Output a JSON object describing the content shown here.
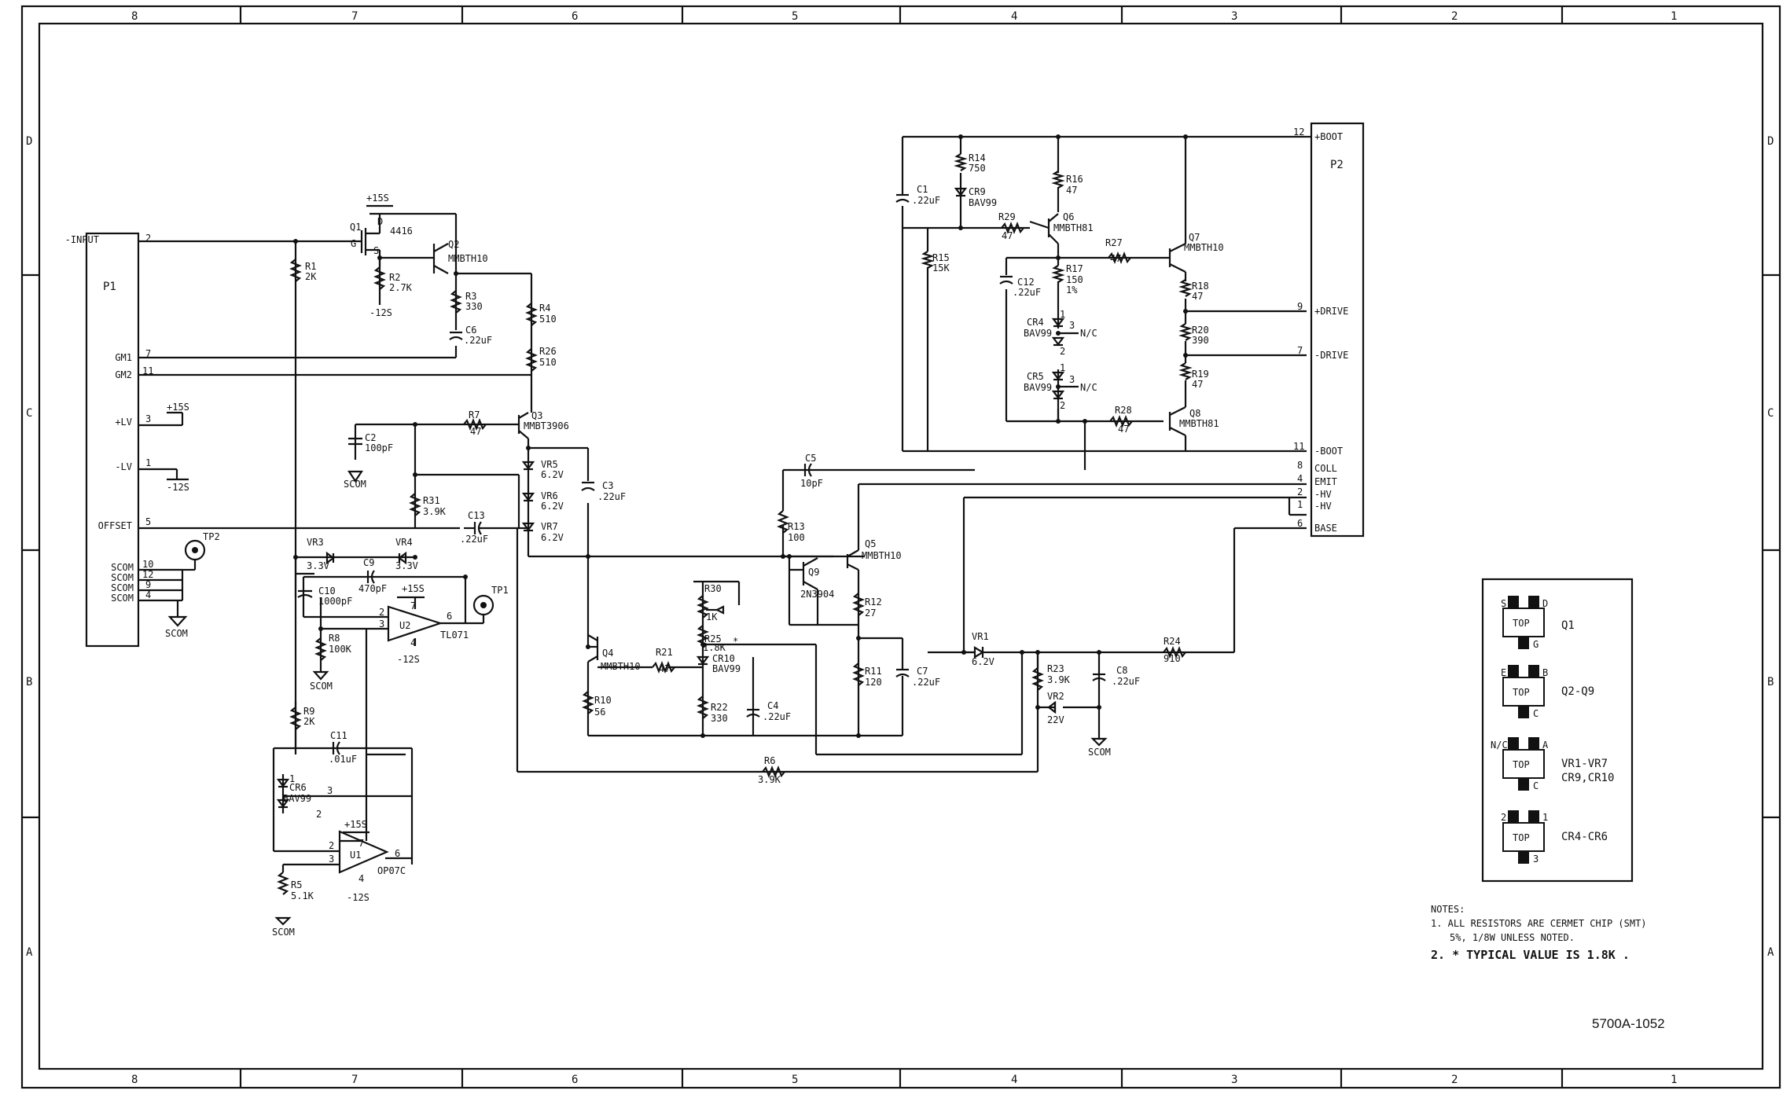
{
  "border": {
    "cols_top": [
      "8",
      "7",
      "6",
      "5",
      "4",
      "3",
      "2",
      "1"
    ],
    "cols_bottom": [
      "8",
      "7",
      "6",
      "5",
      "4",
      "3",
      "2",
      "1"
    ],
    "rows_left": [
      "D",
      "C",
      "B",
      "A"
    ],
    "rows_right": [
      "D",
      "C",
      "B",
      "A"
    ]
  },
  "p1": {
    "name": "P1",
    "pins": [
      {
        "label": "-INPUT",
        "num": "2"
      },
      {
        "label": "GM1",
        "num": "7"
      },
      {
        "label": "GM2",
        "num": "11"
      },
      {
        "label": "+LV",
        "num": "3"
      },
      {
        "label": "-LV",
        "num": "1"
      },
      {
        "label": "OFFSET",
        "num": "5"
      },
      {
        "label": "SCOM",
        "num": "10"
      },
      {
        "label": "SCOM",
        "num": "12"
      },
      {
        "label": "SCOM",
        "num": "9"
      },
      {
        "label": "SCOM",
        "num": "4"
      }
    ],
    "p15s": "+15S",
    "m12s": "-12S",
    "scom": "SCOM"
  },
  "p2": {
    "name": "P2",
    "pins": [
      {
        "label": "+BOOT",
        "num": "12"
      },
      {
        "label": "+DRIVE",
        "num": "9"
      },
      {
        "label": "-DRIVE",
        "num": "7"
      },
      {
        "label": "-BOOT",
        "num": "11"
      },
      {
        "label": "COLL",
        "num": "8"
      },
      {
        "label": "EMIT",
        "num": "4"
      },
      {
        "label": "-HV",
        "num": "2"
      },
      {
        "label": "-HV",
        "num": "1"
      },
      {
        "label": "BASE",
        "num": "6"
      }
    ]
  },
  "parts": {
    "q1": [
      "Q1",
      "4416",
      "D",
      "G",
      "S"
    ],
    "q1_supply": [
      "+15S",
      "-12S"
    ],
    "q2": [
      "Q2",
      "MMBTH10"
    ],
    "r1": [
      "R1",
      "2K"
    ],
    "r2": [
      "R2",
      "2.7K"
    ],
    "r3": [
      "R3",
      "330"
    ],
    "c6": [
      "C6",
      ".22uF"
    ],
    "r4": [
      "R4",
      "510"
    ],
    "r26": [
      "R26",
      "510"
    ],
    "r7": [
      "R7",
      "47"
    ],
    "q3": [
      "Q3",
      "MMBT3906"
    ],
    "c2": [
      "C2",
      "100pF",
      "SCOM"
    ],
    "vr5": [
      "VR5",
      "6.2V"
    ],
    "vr6": [
      "VR6",
      "6.2V"
    ],
    "vr7": [
      "VR7",
      "6.2V"
    ],
    "c3": [
      "C3",
      ".22uF"
    ],
    "r31": [
      "R31",
      "3.9K"
    ],
    "c13": [
      "C13",
      ".22uF"
    ],
    "tp2": "TP2",
    "vr3": [
      "VR3",
      "3.3V"
    ],
    "vr4": [
      "VR4",
      "3.3V"
    ],
    "c9": [
      "C9",
      "470pF"
    ],
    "c10": [
      "C10",
      "1000pF"
    ],
    "r8": [
      "R8",
      "100K",
      "SCOM"
    ],
    "u2": [
      "U2",
      "TL071",
      "+15S",
      "-12S",
      "2",
      "3",
      "7",
      "6",
      "4"
    ],
    "tp1": "TP1",
    "r9": [
      "R9",
      "2K"
    ],
    "c11": [
      "C11",
      ".01uF"
    ],
    "cr6": [
      "CR6",
      "BAV99",
      "1",
      "3",
      "2"
    ],
    "u1": [
      "U1",
      "OP07C",
      "+15S",
      "-12S",
      "2",
      "3",
      "7",
      "6",
      "4"
    ],
    "r5": [
      "R5",
      "5.1K",
      "SCOM"
    ],
    "c5": [
      "C5",
      "10pF"
    ],
    "r13": [
      "R13",
      "100"
    ],
    "q5": [
      "Q5",
      "MMBTH10"
    ],
    "q9": [
      "Q9",
      "2N3904"
    ],
    "r12": [
      "R12",
      "27"
    ],
    "r11": [
      "R11",
      "120"
    ],
    "c7": [
      "C7",
      ".22uF"
    ],
    "r30": [
      "R30",
      "1K"
    ],
    "r25": [
      "R25",
      "1.8K",
      "*"
    ],
    "cr10": [
      "CR10",
      "BAV99"
    ],
    "r22": [
      "R22",
      "330"
    ],
    "c4": [
      "C4",
      ".22uF"
    ],
    "q4": [
      "Q4",
      "MMBTH10"
    ],
    "r21": [
      "R21",
      "47"
    ],
    "r10": [
      "R10",
      "56"
    ],
    "r6": [
      "R6",
      "3.9K"
    ],
    "vr1": [
      "VR1",
      "6.2V"
    ],
    "r23": [
      "R23",
      "3.9K"
    ],
    "vr2": [
      "VR2",
      "22V"
    ],
    "c8": [
      "C8",
      ".22uF",
      "SCOM"
    ],
    "r24": [
      "R24",
      "910"
    ],
    "c1": [
      "C1",
      ".22uF"
    ],
    "r14": [
      "R14",
      "750"
    ],
    "cr9": [
      "CR9",
      "BAV99"
    ],
    "r15": [
      "R15",
      "15K"
    ],
    "r29": [
      "R29",
      "47"
    ],
    "r16": [
      "R16",
      "47"
    ],
    "q6": [
      "Q6",
      "MMBTH81"
    ],
    "r17": [
      "R17",
      "150",
      "1%"
    ],
    "c12": [
      "C12",
      ".22uF"
    ],
    "cr4": [
      "CR4",
      "BAV99",
      "N/C",
      "3",
      "1",
      "2"
    ],
    "cr5": [
      "CR5",
      "BAV99",
      "N/C",
      "3",
      "1",
      "2"
    ],
    "r28": [
      "R28",
      "47"
    ],
    "q8": [
      "Q8",
      "MMBTH81"
    ],
    "r27": [
      "R27",
      "47"
    ],
    "q7": [
      "Q7",
      "MMBTH10"
    ],
    "r18": [
      "R18",
      "47"
    ],
    "r20": [
      "R20",
      "390"
    ],
    "r19": [
      "R19",
      "47"
    ]
  },
  "legend": [
    {
      "pins": [
        "S",
        "D",
        "G"
      ],
      "top": "TOP",
      "label": "Q1",
      "label2": ""
    },
    {
      "pins": [
        "E",
        "B",
        "C"
      ],
      "top": "TOP",
      "label": "Q2-Q9",
      "label2": ""
    },
    {
      "pins": [
        "N/C",
        "A",
        "C"
      ],
      "top": "TOP",
      "label": "VR1-VR7",
      "label2": "CR9,CR10"
    },
    {
      "pins": [
        "2",
        "1",
        "3"
      ],
      "top": "TOP",
      "label": "CR4-CR6",
      "label2": ""
    }
  ],
  "notes": {
    "title": "NOTES:",
    "n1a": "1. ALL RESISTORS ARE CERMET CHIP (SMT)",
    "n1b": "5%, 1/8W UNLESS NOTED.",
    "n2": "2. * TYPICAL VALUE IS 1.8K ."
  },
  "drawing_number": "5700A-1052"
}
